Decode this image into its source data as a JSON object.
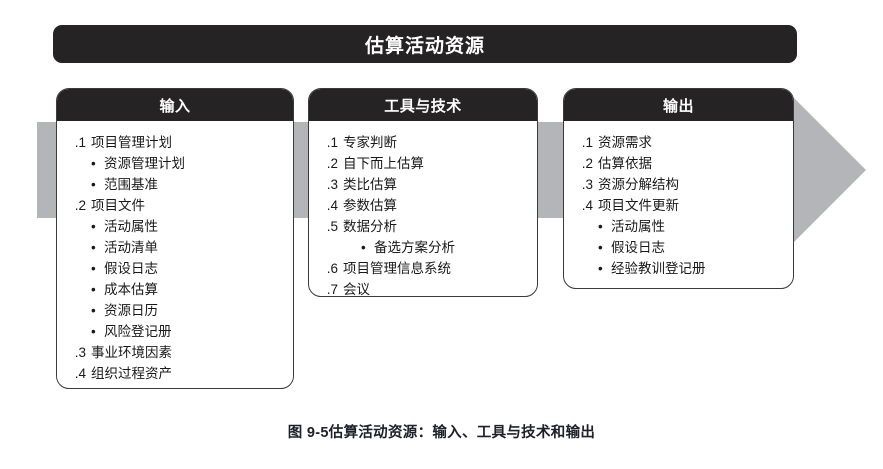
{
  "title": {
    "text": "估算活动资源"
  },
  "colors": {
    "header_dark": "#262324",
    "arrow_gray": "#b3b5b8",
    "box_border": "#3b3b3b",
    "caption_text": "#20202c",
    "page_background": "#ffffff"
  },
  "arrow": {
    "name": "process-flow-arrow",
    "direction": "right"
  },
  "columns": [
    {
      "header": "输入",
      "items": [
        {
          "marker": ".1",
          "text": "项目管理计划",
          "level": 1
        },
        {
          "marker": "•",
          "text": "资源管理计划",
          "level": 2
        },
        {
          "marker": "•",
          "text": "范围基准",
          "level": 2
        },
        {
          "marker": ".2",
          "text": "项目文件",
          "level": 1
        },
        {
          "marker": "•",
          "text": "活动属性",
          "level": 2
        },
        {
          "marker": "•",
          "text": "活动清单",
          "level": 2
        },
        {
          "marker": "•",
          "text": "假设日志",
          "level": 2
        },
        {
          "marker": "•",
          "text": "成本估算",
          "level": 2
        },
        {
          "marker": "•",
          "text": "资源日历",
          "level": 2
        },
        {
          "marker": "•",
          "text": "风险登记册",
          "level": 2
        },
        {
          "marker": ".3",
          "text": "事业环境因素",
          "level": 1
        },
        {
          "marker": ".4",
          "text": "组织过程资产",
          "level": 1
        }
      ]
    },
    {
      "header": "工具与技术",
      "items": [
        {
          "marker": ".1",
          "text": "专家判断",
          "level": 1
        },
        {
          "marker": ".2",
          "text": "自下而上估算",
          "level": 1
        },
        {
          "marker": ".3",
          "text": "类比估算",
          "level": 1
        },
        {
          "marker": ".4",
          "text": "参数估算",
          "level": 1
        },
        {
          "marker": ".5",
          "text": "数据分析",
          "level": 1
        },
        {
          "marker": "•",
          "text": "备选方案分析",
          "level": 3
        },
        {
          "marker": ".6",
          "text": "项目管理信息系统",
          "level": 1
        },
        {
          "marker": ".7",
          "text": "会议",
          "level": 1
        }
      ]
    },
    {
      "header": "输出",
      "items": [
        {
          "marker": ".1",
          "text": "资源需求",
          "level": 1
        },
        {
          "marker": ".2",
          "text": "估算依据",
          "level": 1
        },
        {
          "marker": ".3",
          "text": "资源分解结构",
          "level": 1
        },
        {
          "marker": ".4",
          "text": "项目文件更新",
          "level": 1
        },
        {
          "marker": "•",
          "text": "活动属性",
          "level": 2
        },
        {
          "marker": "•",
          "text": "假设日志",
          "level": 2
        },
        {
          "marker": "•",
          "text": "经验教训登记册",
          "level": 2
        }
      ]
    }
  ],
  "caption": {
    "text": "图 9-5估算活动资源：输入、工具与技术和输出"
  }
}
